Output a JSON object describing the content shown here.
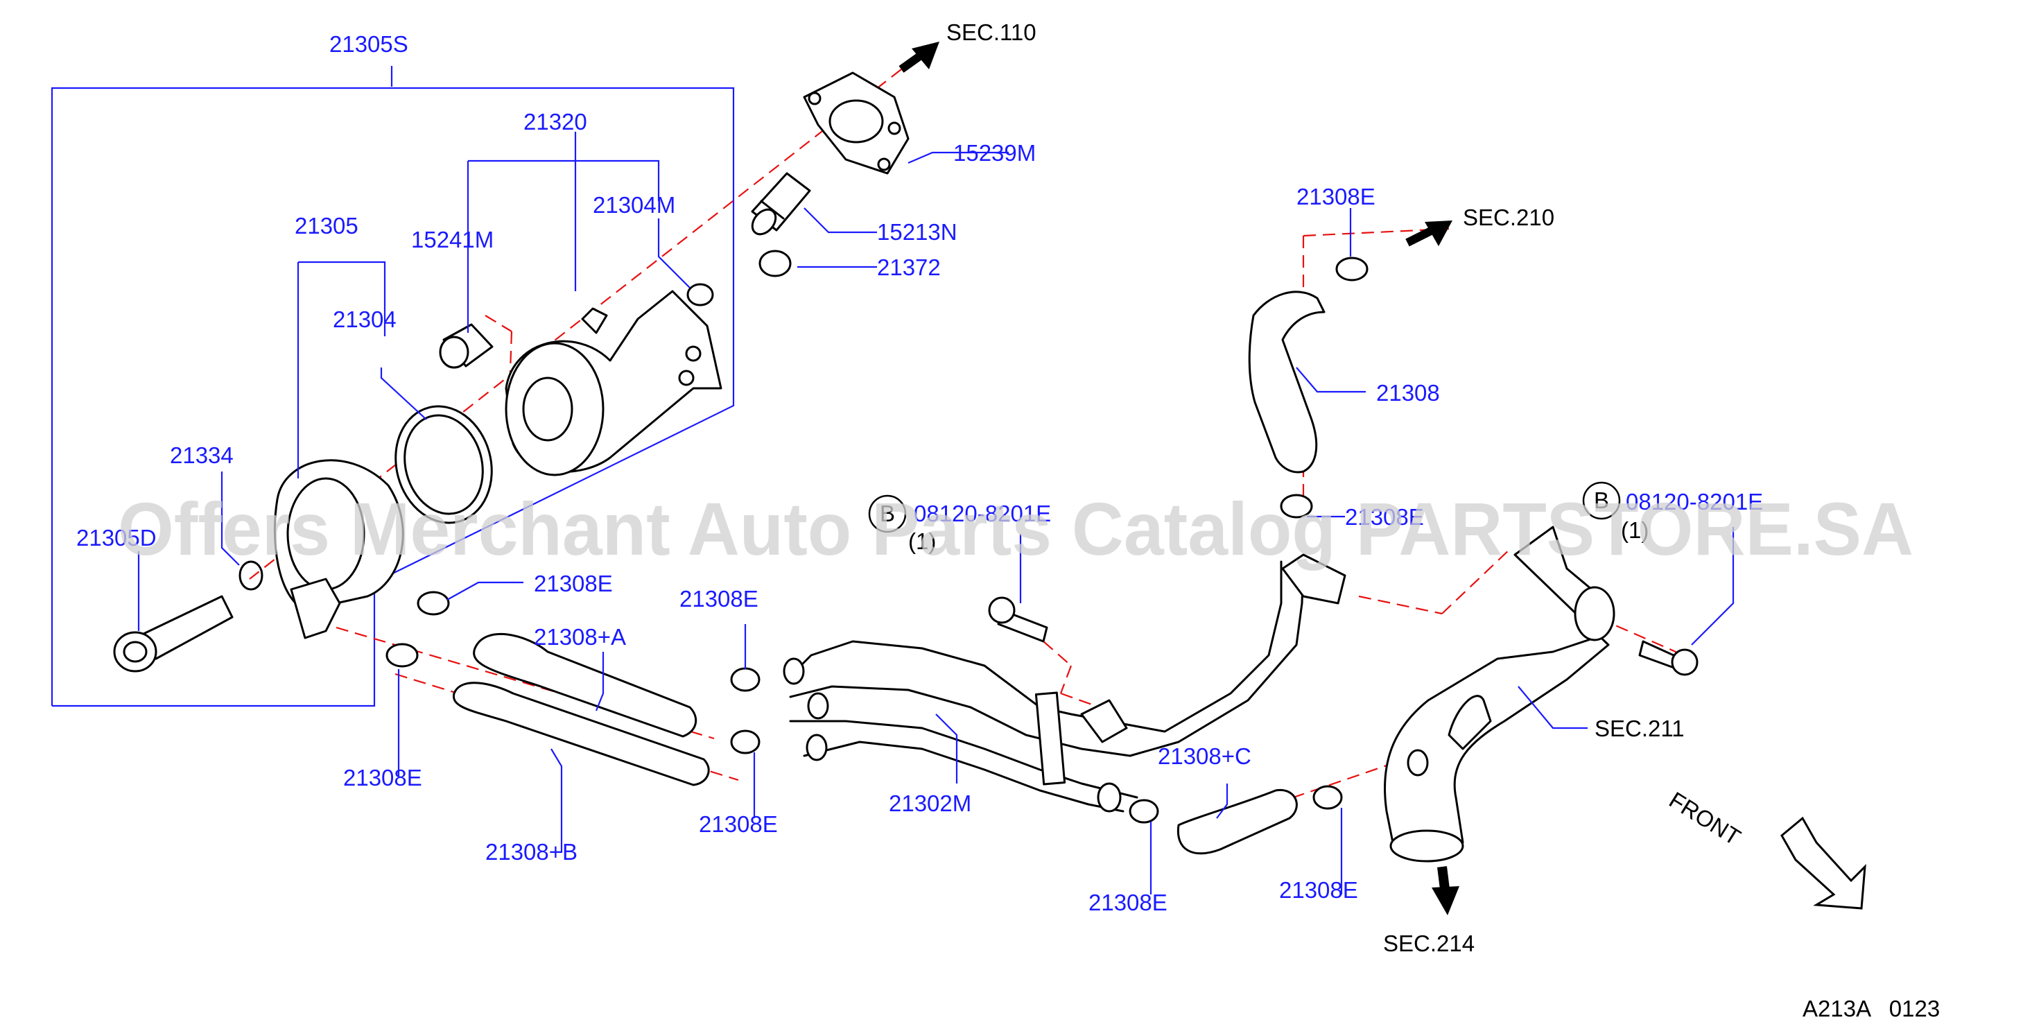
{
  "watermark": "Offers Merchant Auto Parts Catalog PARTSTORE.SA",
  "diagram_code": "A213A   0123",
  "part_numbers": {
    "p21305S": "21305S",
    "p21320": "21320",
    "p21304M": "21304M",
    "p15241M": "15241M",
    "p21305": "21305",
    "p21304": "21304",
    "p21334": "21334",
    "p21305D": "21305D",
    "p15239M": "15239M",
    "p15213N": "15213N",
    "p21372": "21372",
    "p21308E_top": "21308E",
    "p21308": "21308",
    "p21308E_mid": "21308E",
    "p21308E_a": "21308E",
    "p21308E_b": "21308E",
    "p21308E_c": "21308E",
    "p21308E_d": "21308E",
    "p21308E_e": "21308E",
    "p21308E_f": "21308E",
    "p21308A": "21308+A",
    "p21308B": "21308+B",
    "p21308C": "21308+C",
    "p21302M": "21302M",
    "bolt_left": "08120-8201E",
    "bolt_right": "08120-8201E"
  },
  "bolt_marks": {
    "left_letter": "B",
    "left_qty": "(1)",
    "right_letter": "B",
    "right_qty": "(1)"
  },
  "sections": {
    "sec110": "SEC.110",
    "sec210": "SEC.210",
    "sec211": "SEC.211",
    "sec214": "SEC.214"
  },
  "front_label": "FRONT"
}
